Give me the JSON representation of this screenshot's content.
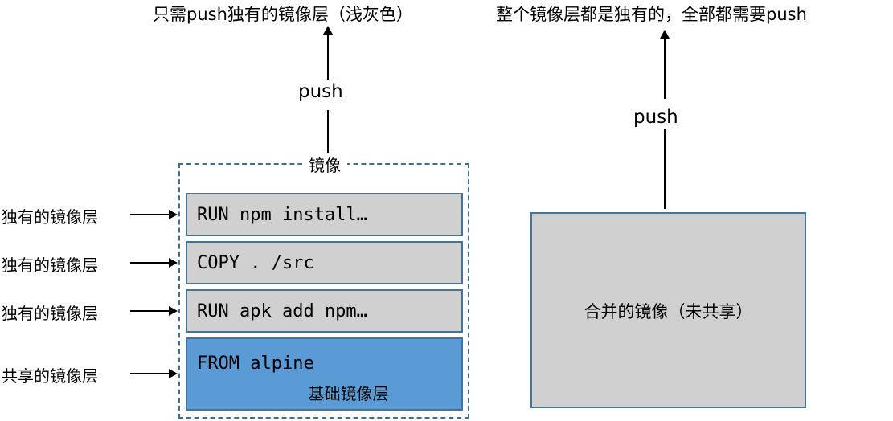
{
  "titles": {
    "left": "只需push独有的镜像层（浅灰色）",
    "right": "整个镜像层都是独有的，全部都需要push"
  },
  "push": {
    "left_label": "push",
    "right_label": "push"
  },
  "left_diagram": {
    "container_label": "镜像",
    "layers": [
      {
        "command": "RUN npm install…",
        "sublabel": "",
        "type": "unique",
        "annotation": "独有的镜像层"
      },
      {
        "command": "COPY . /src",
        "sublabel": "",
        "type": "unique",
        "annotation": "独有的镜像层"
      },
      {
        "command": "RUN apk add npm…",
        "sublabel": "",
        "type": "unique",
        "annotation": "独有的镜像层"
      },
      {
        "command": "FROM alpine",
        "sublabel": "基础镜像层",
        "type": "base",
        "annotation": "共享的镜像层"
      }
    ]
  },
  "right_diagram": {
    "box_label": "合并的镜像（未共享）"
  },
  "colors": {
    "base_layer_fill": "#5b9bd5",
    "unique_layer_fill": "#d0d0d0",
    "box_border": "#4a7294",
    "dashed_border": "#3f6f8f",
    "arrow": "#000000",
    "background": "#ffffff"
  }
}
